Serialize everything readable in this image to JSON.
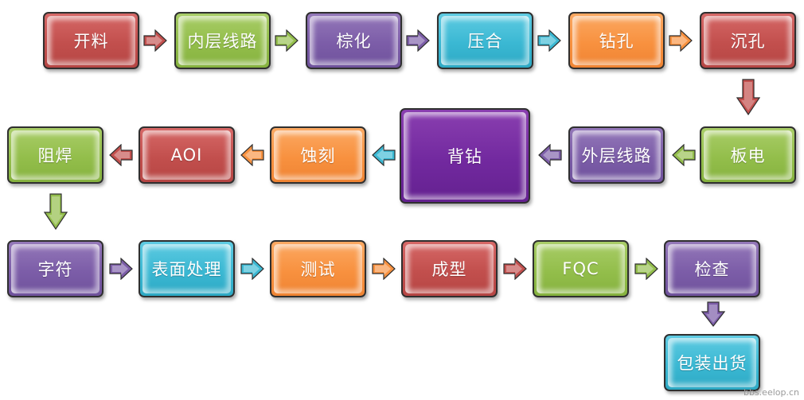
{
  "steps": {
    "s1": "开料",
    "s2": "内层线路",
    "s3": "棕化",
    "s4": "压合",
    "s5": "钻孔",
    "s6": "沉孔",
    "s7": "板电",
    "s8": "外层线路",
    "s9": "背钻",
    "s10": "蚀刻",
    "s11": "AOI",
    "s12": "阻焊",
    "s13": "字符",
    "s14": "表面处理",
    "s15": "测试",
    "s16": "成型",
    "s17": "FQC",
    "s18": "检查",
    "s19": "包装出货"
  },
  "colors": {
    "red": "#c24f4d",
    "green": "#93be4b",
    "purple": "#7c5da8",
    "cyan": "#3ab8d3",
    "orange": "#f8913f",
    "deep_purple": "#72299f"
  },
  "footer": "bbs.eelop.cn"
}
